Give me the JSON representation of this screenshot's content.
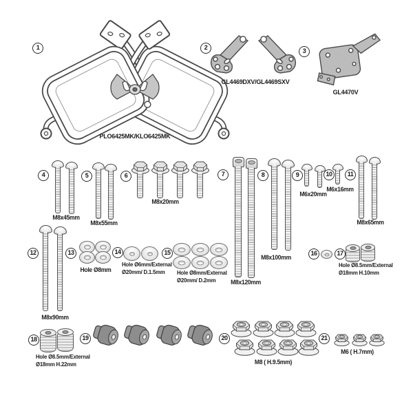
{
  "diagram": {
    "kit_type": "mounting-hardware-parts-diagram",
    "colors": {
      "line": "#474747",
      "metal_fill": "#bcbcbc",
      "rubber_fill": "#8d8d8d",
      "text": "#1c1c1c"
    },
    "items": {
      "i1": {
        "number": "1",
        "qty": 2,
        "icon": "pannier-frame-icon",
        "label": "PLO6425MK/KLO6425MK"
      },
      "i2": {
        "number": "2",
        "qty": 2,
        "icon": "v-bracket-icon",
        "label": "GL4469DXV/GL4469SXV"
      },
      "i3": {
        "number": "3",
        "qty": 1,
        "icon": "mounting-plate-icon",
        "label": "GL4470V"
      },
      "i4": {
        "number": "4",
        "qty": 2,
        "icon": "button-head-bolt-icon",
        "label": "M8x45mm"
      },
      "i5": {
        "number": "5",
        "qty": 2,
        "icon": "button-head-bolt-icon",
        "label": "M8x55mm"
      },
      "i6": {
        "number": "6",
        "qty": 4,
        "icon": "hex-flange-bolt-icon",
        "label": "M8x20mm"
      },
      "i7": {
        "number": "7",
        "qty": 2,
        "icon": "socket-head-bolt-icon",
        "label": "M8x120mm"
      },
      "i8": {
        "number": "8",
        "qty": 2,
        "icon": "button-head-bolt-icon",
        "label": "M8x100mm"
      },
      "i9": {
        "number": "9",
        "qty": 2,
        "icon": "button-head-bolt-icon",
        "label": "M6x20mm"
      },
      "i10": {
        "number": "10",
        "qty": 1,
        "icon": "button-head-bolt-icon",
        "label": "M6x16mm"
      },
      "i11": {
        "number": "11",
        "qty": 2,
        "icon": "button-head-bolt-icon",
        "label": "M8x65mm"
      },
      "i12": {
        "number": "12",
        "qty": 2,
        "icon": "button-head-bolt-icon",
        "label": "M8x90mm"
      },
      "i13": {
        "number": "13",
        "qty": 4,
        "icon": "washer-icon",
        "label": "Hole Ø8mm"
      },
      "i14": {
        "number": "14",
        "qty": 2,
        "icon": "washer-icon",
        "label_line1": "Hole Ø6mm/External",
        "label_line2": "Ø20mm/ D.1.5mm"
      },
      "i15": {
        "number": "15",
        "qty": 6,
        "icon": "washer-icon",
        "label_line1": "Hole Ø8mm/External",
        "label_line2": "Ø20mm/ D.2mm"
      },
      "i16": {
        "number": "16",
        "qty": 1,
        "icon": "washer-icon"
      },
      "i17": {
        "number": "17",
        "qty": 2,
        "icon": "ribbed-spacer-icon",
        "label_line1": "Hole Ø8.5mm/External",
        "label_line2": "Ø18mm H.10mm"
      },
      "i18": {
        "number": "18",
        "qty": 2,
        "icon": "ribbed-spacer-icon",
        "label_line1": "Hole Ø8.5mm/External",
        "label_line2": "Ø18mm H.22mm"
      },
      "i19": {
        "number": "19",
        "qty": 4,
        "icon": "rubber-grommet-icon"
      },
      "i20": {
        "number": "20",
        "qty": 8,
        "icon": "flange-nut-icon",
        "label": "M8 ( H.9.5mm)"
      },
      "i21": {
        "number": "21",
        "qty": 3,
        "icon": "flange-nut-icon",
        "label": "M6 ( H.7mm)"
      }
    }
  }
}
